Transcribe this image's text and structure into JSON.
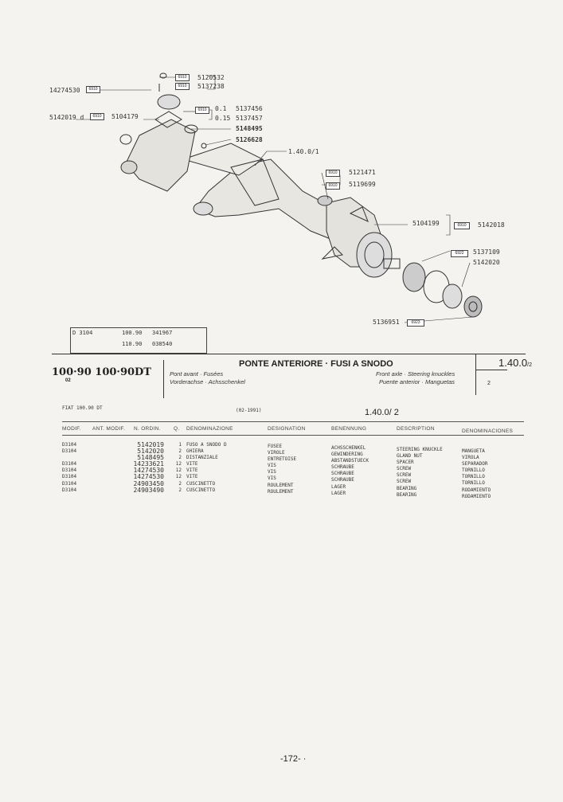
{
  "callouts": {
    "c5120532": "5120532",
    "c5137238": "5137238",
    "c14274530": "14274530",
    "c5142019d": "5142019 d",
    "c5104179": "5104179",
    "c01": "0.1",
    "c015": "0.15",
    "c5137456": "5137456",
    "c5137457": "5137457",
    "c5148495": "5148495",
    "c5126628": "5126628",
    "c1401": "1.40.0/1",
    "c5121471": "5121471",
    "c5119699": "5119699",
    "c5104199": "5104199",
    "c5142018": "5142018",
    "c5137109": "5137109",
    "c5142020": "5142020",
    "c5136951": "5136951",
    "b6910": "6910",
    "b6922": "6922",
    "b6923": "6923"
  },
  "refbox": {
    "r1a": "D 3104",
    "r1b": "100.90",
    "r1c": "341967",
    "r2b": "110.90",
    "r2c": "038540"
  },
  "header": {
    "models": "100·90 100·90DT",
    "models_sub": "02",
    "title": "PONTE ANTERIORE · FUSI A SNODO",
    "fr": "Pont avant · Fusées",
    "de": "Vorderachse · Achsschenkel",
    "en": "Front axle · Steering knuckles",
    "es": "Puente anterior · Manguetas",
    "ref": "1.40.0",
    "ref_sub": "/2",
    "page_no": "2"
  },
  "listing": {
    "model": "FIAT 100.90 DT",
    "date": "(02-1991)",
    "ref": "1.40.0/ 2",
    "headers": [
      "MODIF.",
      "ANT. MODIF.",
      "N. ORDIN.",
      "Q.",
      "DENOMINAZIONE",
      "DESIGNATION",
      "BENENNUNG",
      "DESCRIPTION",
      "DENOMINACIONES"
    ],
    "modif": [
      "D3104",
      "D3104",
      "",
      "D3104",
      "D3104",
      "D3104",
      "D3104",
      "D3104",
      "D3104"
    ],
    "ordin": [
      "5142019",
      "5142020",
      "5148495",
      "14233621",
      "14274530",
      "14274530",
      "24903450",
      "24903490"
    ],
    "qty": [
      "1",
      "2",
      "2",
      "12",
      "12",
      "12",
      "2",
      "2"
    ],
    "it": [
      "FUSO A SNODO D",
      "GHIERA",
      "DISTANZIALE",
      "VITE",
      "VITE",
      "VITE",
      "CUSCINETTO",
      "CUSCINETTO"
    ],
    "fr": [
      "FUSEE",
      "VIROLE",
      "ENTRETOISE",
      "VIS",
      "VIS",
      "VIS",
      "ROULEMENT",
      "ROULEMENT"
    ],
    "de": [
      "ACHSSCHENKEL",
      "GEWINDERING",
      "ABSTANDSTUECK",
      "SCHRAUBE",
      "SCHRAUBE",
      "SCHRAUBE",
      "LAGER",
      "LAGER"
    ],
    "en": [
      "STEERING KNUCKLE",
      "GLAND NUT",
      "SPACER",
      "SCREW",
      "SCREW",
      "SCREW",
      "BEARING",
      "BEARING"
    ],
    "es": [
      "MANGUETA",
      "VIROLA",
      "SEPARADOR",
      "TORNILLO",
      "TORNILLO",
      "TORNILLO",
      "RODAMIENTO",
      "RODAMIENTO"
    ]
  },
  "footer": {
    "page": "-172- ·"
  }
}
